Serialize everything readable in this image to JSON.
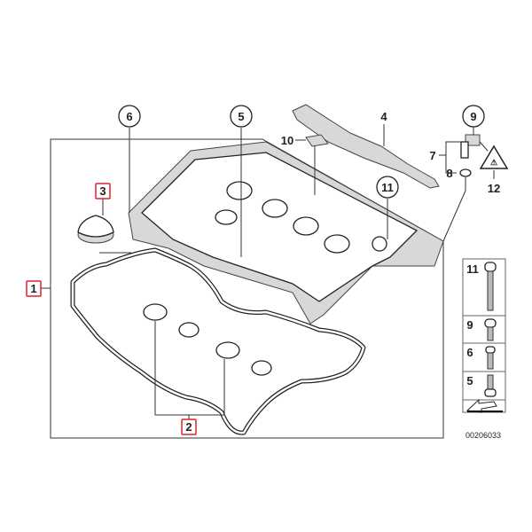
{
  "diagram": {
    "title": "Cylinder head cover parts diagram",
    "callouts": {
      "c1": "1",
      "c2": "2",
      "c3": "3",
      "c4": "4",
      "c5": "5",
      "c6": "6",
      "c7": "7",
      "c8": "8",
      "c9": "9",
      "c10": "10",
      "c11": "11",
      "c12": "12"
    },
    "highlighted_callouts": [
      "1",
      "2",
      "3"
    ],
    "highlight_color": "#e0202a",
    "bolt_panel": {
      "rows": [
        "11",
        "9",
        "6",
        "5"
      ]
    },
    "part_number": "00206033"
  }
}
